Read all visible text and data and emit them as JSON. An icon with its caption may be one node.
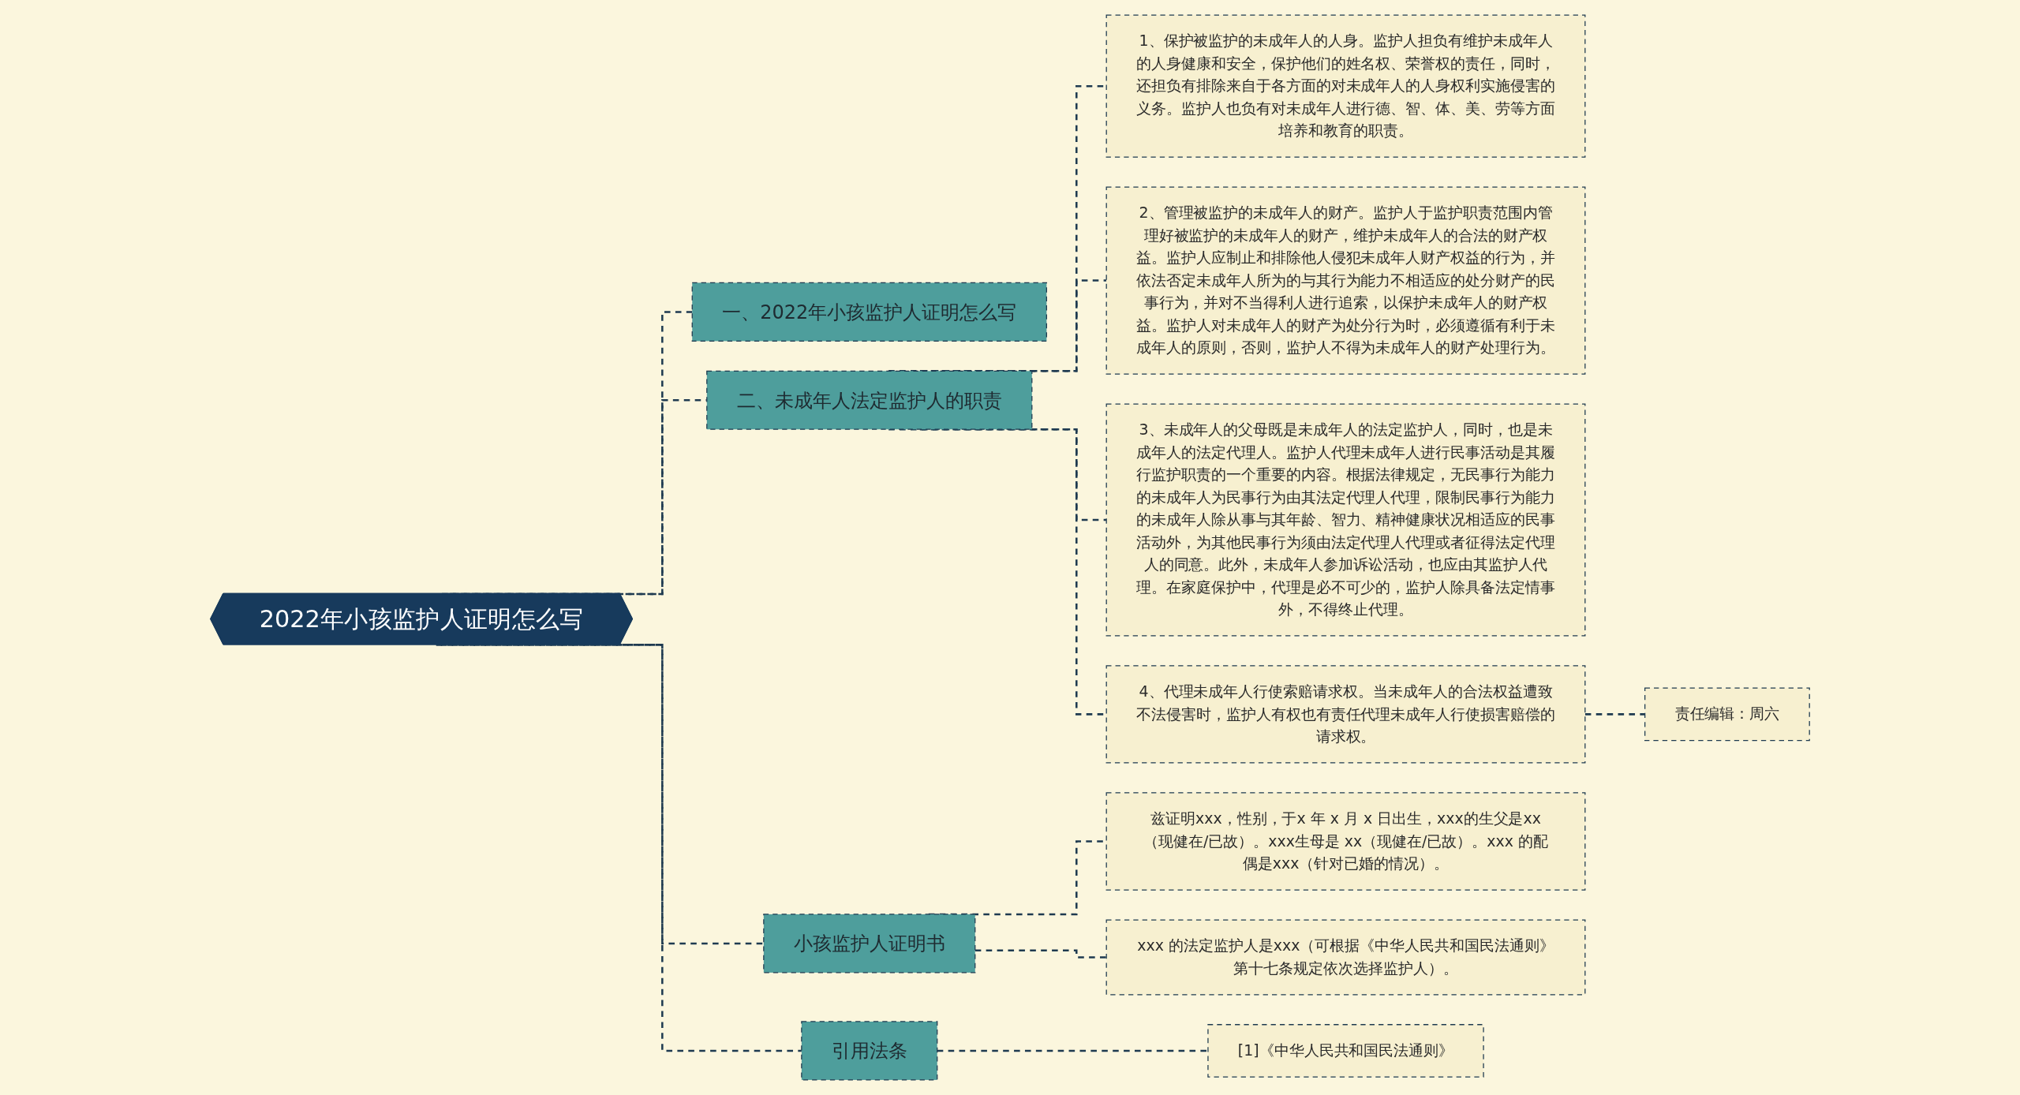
{
  "diagram": {
    "nodes": [
      {
        "text": [
          "2022年小孩监护人证明怎么写"
        ]
      },
      {
        "text": [
          "一、2022年小孩监护人证明怎么写"
        ]
      },
      {
        "text": [
          "二、未成年人法定监护人的职责"
        ]
      },
      {
        "text": [
          "1、保护被监护的未成年人的人身。监护人担负有维护未成年人的人身健康和安全，保护他们的姓名权、荣誉权的责任，同时，还担负有排除来自于各方面的对未成年人的人身权利实施侵害的义务。监护人也负有对未成年人进行德、智、体、美、劳等方面培养和教育的职责。"
        ]
      },
      {
        "text": [
          "2、管理被监护的未成年人的财产。监护人于监护职责范围内管理好被监护的未成年人的财产，维护未成年人的合法的财产权益。监护人应制止和排除他人侵犯未成年人财产权益的行为，并依法否定未成年人所为的与其行为能力不相适应的处分财产的民事行为，并对不当得利人进行追索，以保护未成年人的财产权益。监护人对未成年人的财产为处分行为时，必须遵循有利于未成年人的原则，否则，监护人不得为未成年人的财产处理行为。"
        ]
      },
      {
        "text": [
          "3、未成年人的父母既是未成年人的法定监护人，同时，也是未成年人的法定代理人。监护人代理未成年人进行民事活动是其履行监护职责的一个重要的内容。根据法律规定，无民事行为能力的未成年人为民事行为由其法定代理人代理，限制民事行为能力的未成年人除从事与其年龄、智力、精神健康状况相适应的民事活动外，为其他民事行为须由法定代理人代理或者征得法定代理人的同意。此外，未成年人参加诉讼活动，也应由其监护人代理。在家庭保护中，代理是必不可少的，监护人除具备法定情事外，不得终止代理。"
        ]
      },
      {
        "text": [
          "4、代理未成年人行使索赔请求权。当未成年人的合法权益遭致不法侵害时，监护人有权也有责任代理未成年人行使损害赔偿的请求权。"
        ]
      },
      {
        "text": [
          "责任编辑：周六"
        ]
      },
      {
        "text": [
          "小孩监护人证明书"
        ]
      },
      {
        "text": [
          "兹证明xxx，性别，于x 年 x 月 x 日出生，xxx的生父是xx（现健在/已故）。xxx生母是 xx（现健在/已故）。xxx 的配偶是xxx（针对已婚的情况）。"
        ]
      },
      {
        "text": [
          "xxx 的法定监护人是xxx（可根据《中华人民共和国民法通则》第十七条规定依次选择监护人）。"
        ]
      },
      {
        "text": [
          "引用法条"
        ]
      },
      {
        "text": [
          "[1]《中华人民共和国民法通则》"
        ]
      }
    ],
    "edges": [
      {
        "from": 0,
        "to": 1,
        "arrow": "none",
        "style": "dashed"
      },
      {
        "from": 0,
        "to": 2,
        "arrow": "none",
        "style": "dashed"
      },
      {
        "from": 2,
        "to": 3,
        "arrow": "none",
        "style": "dashed"
      },
      {
        "from": 2,
        "to": 4,
        "arrow": "none",
        "style": "dashed"
      },
      {
        "from": 2,
        "to": 5,
        "arrow": "none",
        "style": "dashed"
      },
      {
        "from": 2,
        "to": 6,
        "arrow": "none",
        "style": "dashed"
      },
      {
        "from": 6,
        "to": 7,
        "arrow": "none",
        "style": "dashed"
      },
      {
        "from": 0,
        "to": 8,
        "arrow": "none",
        "style": "dashed"
      },
      {
        "from": 8,
        "to": 9,
        "arrow": "none",
        "style": "dashed"
      },
      {
        "from": 8,
        "to": 10,
        "arrow": "none",
        "style": "dashed"
      },
      {
        "from": 0,
        "to": 11,
        "arrow": "none",
        "style": "dashed"
      },
      {
        "from": 11,
        "to": 12,
        "arrow": "none",
        "style": "dashed"
      }
    ]
  }
}
